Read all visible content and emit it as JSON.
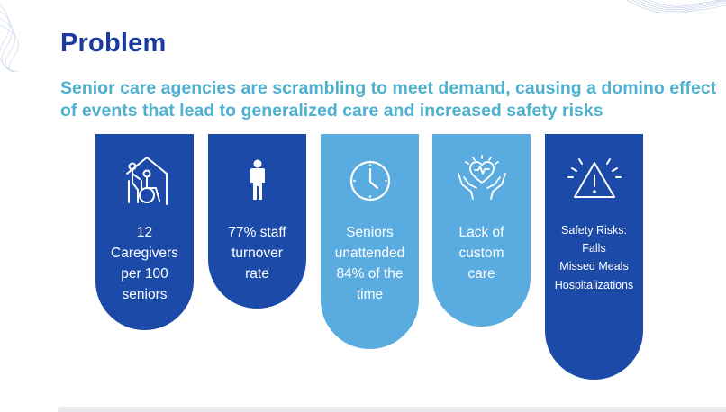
{
  "slide": {
    "title": "Problem",
    "subtitle": "Senior care agencies are scrambling to meet demand, causing a domino effect of events that lead to generalized care and increased safety risks"
  },
  "colors": {
    "title": "#1a3a9e",
    "subtitle": "#4fb0cf",
    "card_dark": "#1b4aa8",
    "card_light": "#5aace0"
  },
  "cards": [
    {
      "icon": "caregiver-wheelchair-icon",
      "lines": [
        "12",
        "Caregivers",
        "per 100",
        "seniors"
      ]
    },
    {
      "icon": "person-icon",
      "lines": [
        "77% staff",
        "turnover",
        "rate"
      ]
    },
    {
      "icon": "clock-icon",
      "lines": [
        "Seniors",
        "unattended",
        "84% of the",
        "time"
      ]
    },
    {
      "icon": "caring-hands-heart-icon",
      "lines": [
        "Lack of",
        "custom",
        "care"
      ]
    },
    {
      "icon": "warning-icon",
      "lines": [
        "Safety Risks:",
        "Falls",
        "Missed Meals",
        "Hospitalizations"
      ]
    }
  ]
}
